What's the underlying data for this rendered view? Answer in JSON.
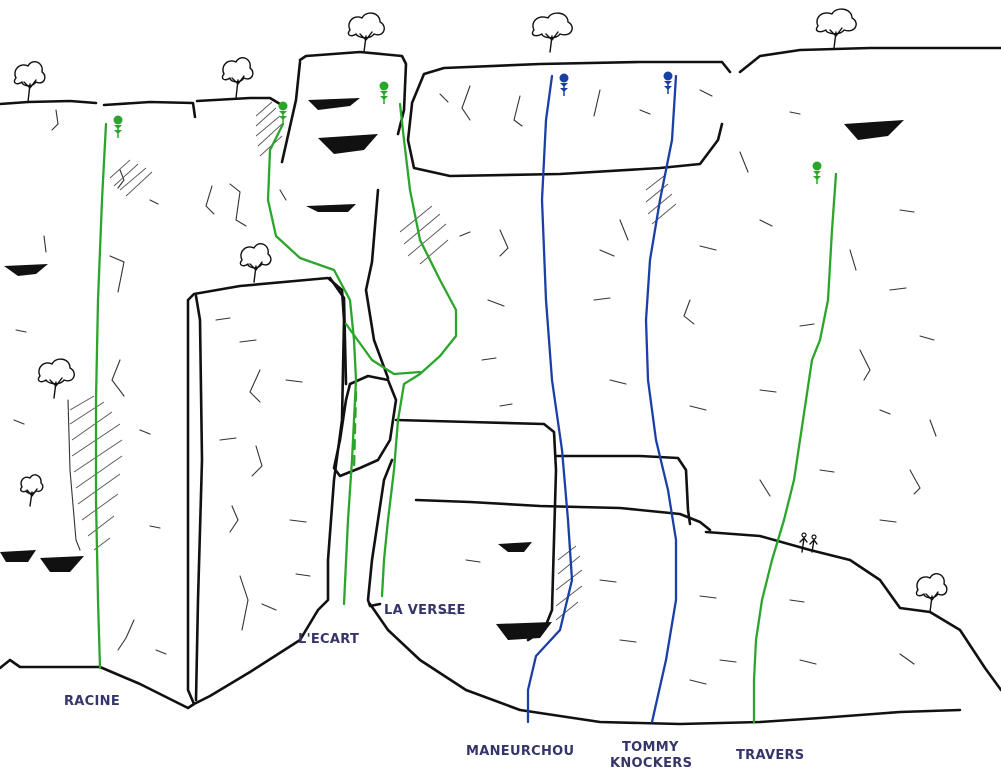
{
  "colors": {
    "rock_outline": "#111111",
    "sport_route": "#2ba52b",
    "hard_route": "#1c3fa5",
    "label_text": "#35356a",
    "background": "#ffffff"
  },
  "routes": [
    {
      "name": "RACINE",
      "color": "green",
      "anchor": "belay-anchor-icon"
    },
    {
      "name": "L'ECART",
      "color": "green",
      "anchor": "belay-anchor-icon"
    },
    {
      "name": "LA VERSEE",
      "color": "green",
      "anchor": "belay-anchor-icon"
    },
    {
      "name": "MANEURCHOU",
      "color": "blue",
      "anchor": "belay-anchor-icon"
    },
    {
      "name": "TOMMY",
      "name_line2": "KNOCKERS",
      "color": "blue",
      "anchor": "belay-anchor-icon"
    },
    {
      "name": "TRAVERS",
      "color": "green",
      "anchor": "belay-anchor-icon"
    }
  ],
  "icons": [
    "tree-icon",
    "belay-anchor-icon",
    "climber-figure-icon"
  ]
}
